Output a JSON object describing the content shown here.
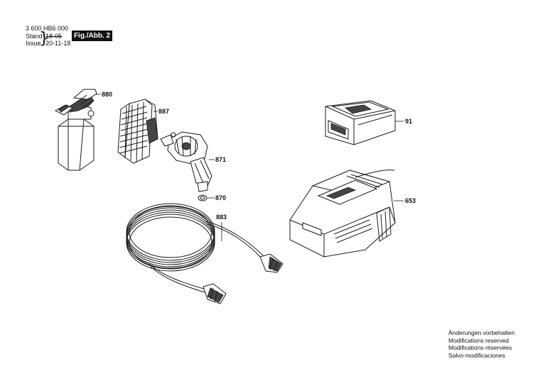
{
  "header": {
    "doc_number": "3 600 HB6 000",
    "stand_label": "Stand",
    "stand_value": "18-05",
    "issue_label": "Issue",
    "issue_value": "20-11-18",
    "figure_badge": "Fig./Abb. 2"
  },
  "parts": [
    {
      "number": "880",
      "icon": "detergent-bottle-icon"
    },
    {
      "number": "887",
      "icon": "brush-icon"
    },
    {
      "number": "871",
      "icon": "spray-nozzle-icon"
    },
    {
      "number": "870",
      "icon": "o-ring-icon"
    },
    {
      "number": "883",
      "icon": "hose-icon"
    },
    {
      "number": "91",
      "icon": "battery-pack-icon"
    },
    {
      "number": "653",
      "icon": "charger-icon"
    }
  ],
  "footer": {
    "notes": [
      "Änderungen vorbehalten",
      "Modifications reserved",
      "Modifications réservées",
      "Salvo modificaciones"
    ]
  },
  "colors": {
    "line": "#1a1a1a",
    "badge_bg": "#111111",
    "badge_text": "#ffffff"
  }
}
